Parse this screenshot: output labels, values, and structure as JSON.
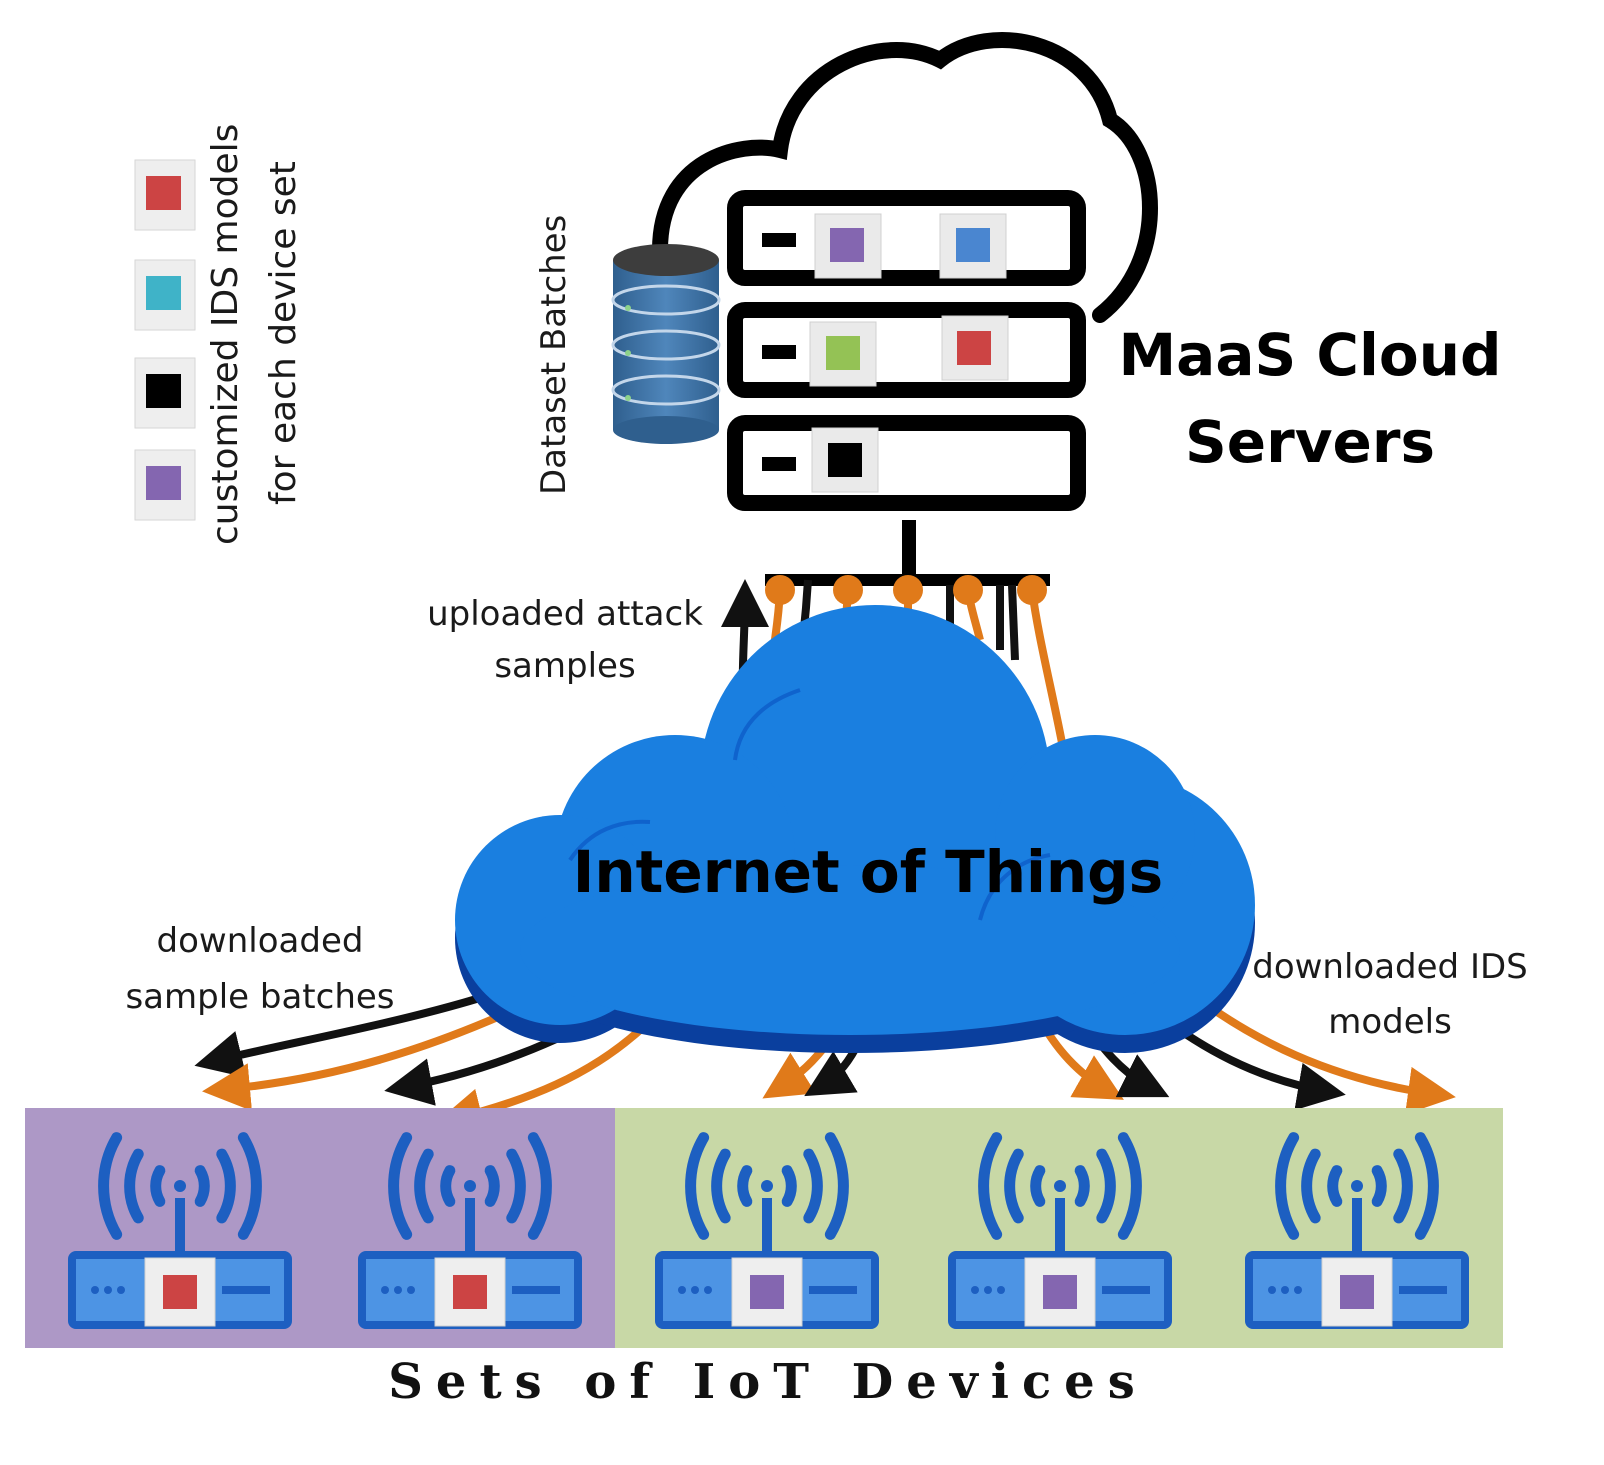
{
  "legend": {
    "line1": "customized IDS models",
    "line2": "for each device set",
    "swatches": [
      {
        "name": "red",
        "color": "#cc4444"
      },
      {
        "name": "teal",
        "color": "#3fb3c8"
      },
      {
        "name": "black",
        "color": "#000000"
      },
      {
        "name": "purple",
        "color": "#8466b0"
      }
    ]
  },
  "cloud_server": {
    "title_line1": "MaaS Cloud",
    "title_line2": "Servers",
    "dataset_label": "Dataset Batches",
    "model_colors": {
      "purple": "#8466b0",
      "blue": "#4a86d0",
      "green": "#94c255",
      "red": "#cc4444",
      "black": "#000000"
    }
  },
  "iot": {
    "title": "Internet of Things",
    "cloud_color": "#1a7fe0"
  },
  "flows": {
    "uploaded_line1": "uploaded attack",
    "uploaded_line2": "samples",
    "batches_line1": "downloaded",
    "batches_line2": "sample batches",
    "models_line1": "downloaded IDS",
    "models_line2": "models",
    "orange": "#e07a1a",
    "black": "#111111"
  },
  "device_sets": {
    "caption": "Sets of IoT Devices",
    "set1_color": "#ad98c6",
    "set2_color": "#c8d8a6",
    "device_model_colors": [
      "#cc4444",
      "#cc4444",
      "#8466b0",
      "#8466b0",
      "#8466b0"
    ]
  }
}
